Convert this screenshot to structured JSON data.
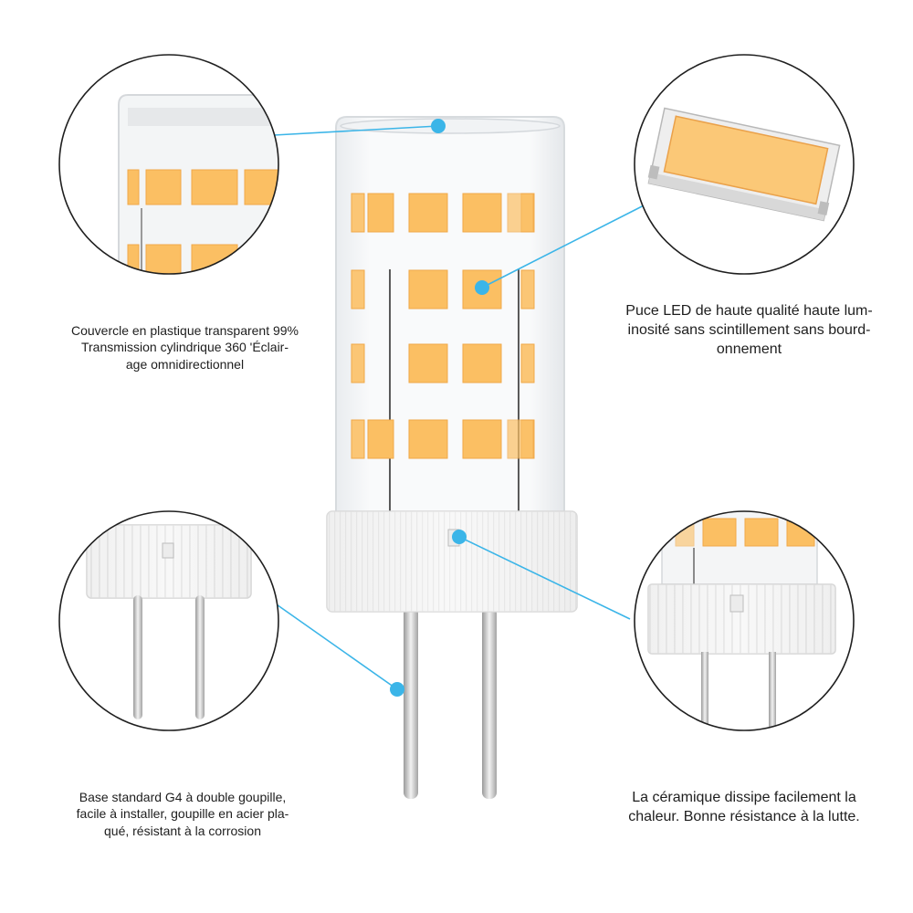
{
  "captions": {
    "cover": [
      "Couvercle en plastique transparent 99%",
      "Transmission cylindrique 360 'Éclair-",
      "age omnidirectionnel"
    ],
    "chip": [
      "Puce LED de haute qualité haute lum-",
      "inosité sans scintillement sans bourd-",
      "onnement"
    ],
    "base": [
      "Base standard G4 à double goupille,",
      "facile à installer, goupille en acier pla-",
      "qué, résistant à la corrosion"
    ],
    "ceramic": [
      "La céramique dissipe facilement la",
      "chaleur. Bonne résistance à la lutte."
    ]
  },
  "colors": {
    "callout": "#3bb5e8",
    "led": "#fbbf63",
    "led_edge": "#f0a848",
    "ceramic": "#f6f6f6",
    "pin": "#c8c8c8"
  },
  "icons": [
    "bulb-illustration",
    "cover-detail-circle",
    "led-chip-detail-circle",
    "pin-base-detail-circle",
    "ceramic-detail-circle"
  ]
}
